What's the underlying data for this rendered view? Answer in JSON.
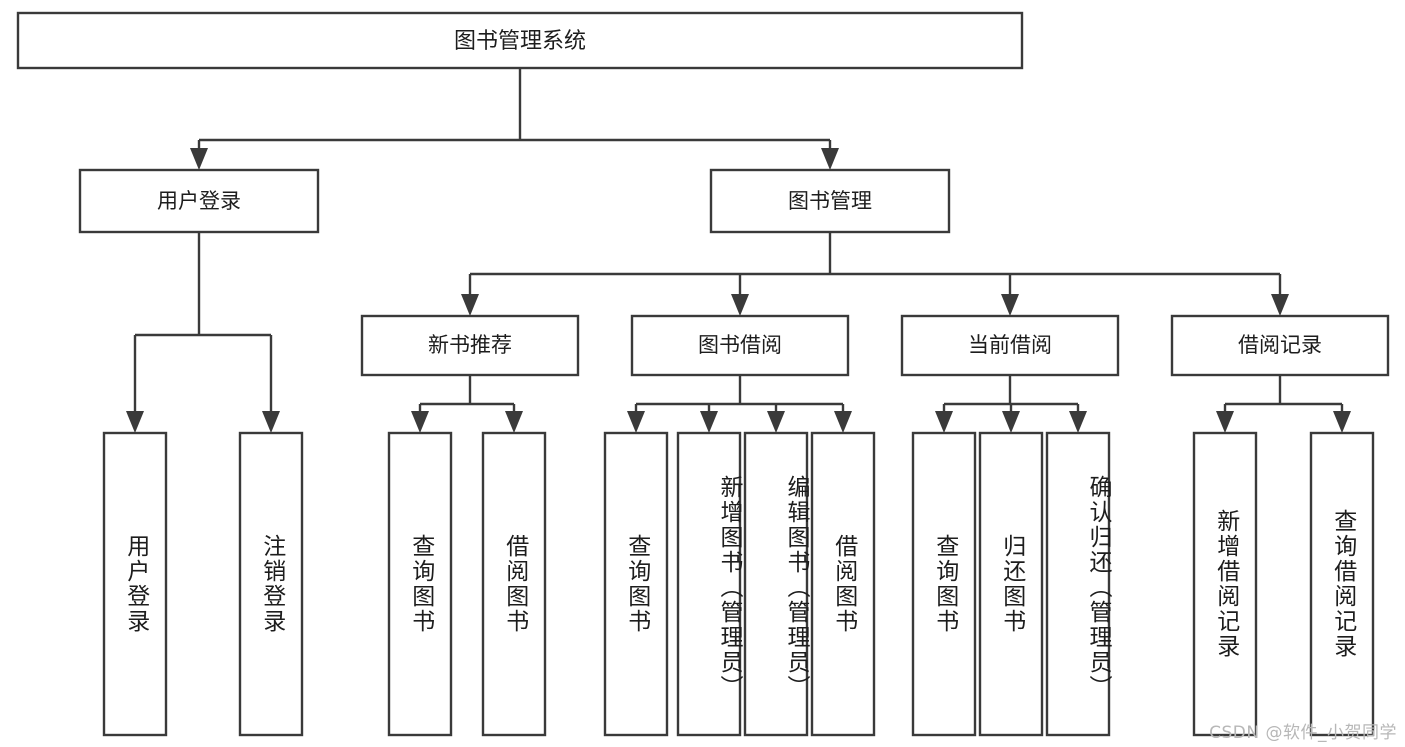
{
  "diagram": {
    "type": "tree",
    "title": "图书管理系统",
    "root": {
      "id": "root",
      "label": "图书管理系统",
      "orientation": "horizontal"
    },
    "level2": [
      {
        "id": "user-login",
        "label": "用户登录",
        "orientation": "horizontal"
      },
      {
        "id": "book-manage",
        "label": "图书管理",
        "orientation": "horizontal"
      }
    ],
    "level3": [
      {
        "id": "new-book-recommend",
        "label": "新书推荐",
        "orientation": "horizontal",
        "parent": "book-manage"
      },
      {
        "id": "book-borrow",
        "label": "图书借阅",
        "orientation": "horizontal",
        "parent": "book-manage"
      },
      {
        "id": "current-borrow",
        "label": "当前借阅",
        "orientation": "horizontal",
        "parent": "book-manage"
      },
      {
        "id": "borrow-record",
        "label": "借阅记录",
        "orientation": "horizontal",
        "parent": "book-manage"
      }
    ],
    "leaves": [
      {
        "id": "leaf-user-login",
        "label": "用户登录",
        "parent": "user-login",
        "orientation": "vertical"
      },
      {
        "id": "leaf-logout",
        "label": "注销登录",
        "parent": "user-login",
        "orientation": "vertical"
      },
      {
        "id": "leaf-query-book-1",
        "label": "查询图书",
        "parent": "new-book-recommend",
        "orientation": "vertical"
      },
      {
        "id": "leaf-borrow-book-1",
        "label": "借阅图书",
        "parent": "new-book-recommend",
        "orientation": "vertical"
      },
      {
        "id": "leaf-query-book-2",
        "label": "查询图书",
        "parent": "book-borrow",
        "orientation": "vertical"
      },
      {
        "id": "leaf-add-book",
        "label": "新增图书（管理员）",
        "parent": "book-borrow",
        "orientation": "vertical"
      },
      {
        "id": "leaf-edit-book",
        "label": "编辑图书（管理员）",
        "parent": "book-borrow",
        "orientation": "vertical"
      },
      {
        "id": "leaf-borrow-book-2",
        "label": "借阅图书",
        "parent": "book-borrow",
        "orientation": "vertical"
      },
      {
        "id": "leaf-query-book-3",
        "label": "查询图书",
        "parent": "current-borrow",
        "orientation": "vertical"
      },
      {
        "id": "leaf-return-book",
        "label": "归还图书",
        "parent": "current-borrow",
        "orientation": "vertical"
      },
      {
        "id": "leaf-confirm-return",
        "label": "确认归还（管理员）",
        "parent": "current-borrow",
        "orientation": "vertical"
      },
      {
        "id": "leaf-add-record",
        "label": "新增借阅记录",
        "parent": "borrow-record",
        "orientation": "vertical"
      },
      {
        "id": "leaf-query-record",
        "label": "查询借阅记录",
        "parent": "borrow-record",
        "orientation": "vertical"
      }
    ],
    "colors": {
      "stroke": "#3a3a3a",
      "fill": "#ffffff",
      "text": "#1d1d1d",
      "watermark": "#b7b7b7",
      "background": "#ffffff"
    }
  },
  "watermark": {
    "text": "CSDN @软件_小贺同学"
  }
}
